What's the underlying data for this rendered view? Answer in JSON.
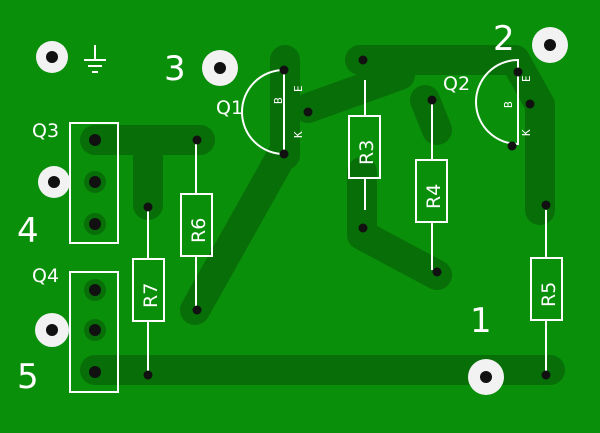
{
  "board": {
    "colors": {
      "substrate": "#0a8f0a",
      "trace": "#086e08",
      "silkscreen": "#ffffff",
      "drill": "#111111"
    }
  },
  "terminals": [
    {
      "id": "1",
      "label": "1"
    },
    {
      "id": "2",
      "label": "2"
    },
    {
      "id": "3",
      "label": "3"
    },
    {
      "id": "4",
      "label": "4"
    },
    {
      "id": "5",
      "label": "5"
    }
  ],
  "ground_symbol": "ground-icon",
  "transistors": {
    "Q1": {
      "label": "Q1",
      "pins": [
        "E",
        "B",
        "K"
      ]
    },
    "Q2": {
      "label": "Q2",
      "pins": [
        "E",
        "B",
        "K"
      ]
    }
  },
  "connectors": {
    "Q3": {
      "label": "Q3"
    },
    "Q4": {
      "label": "Q4"
    }
  },
  "resistors": {
    "R3": "R3",
    "R4": "R4",
    "R5": "R5",
    "R6": "R6",
    "R7": "R7"
  }
}
